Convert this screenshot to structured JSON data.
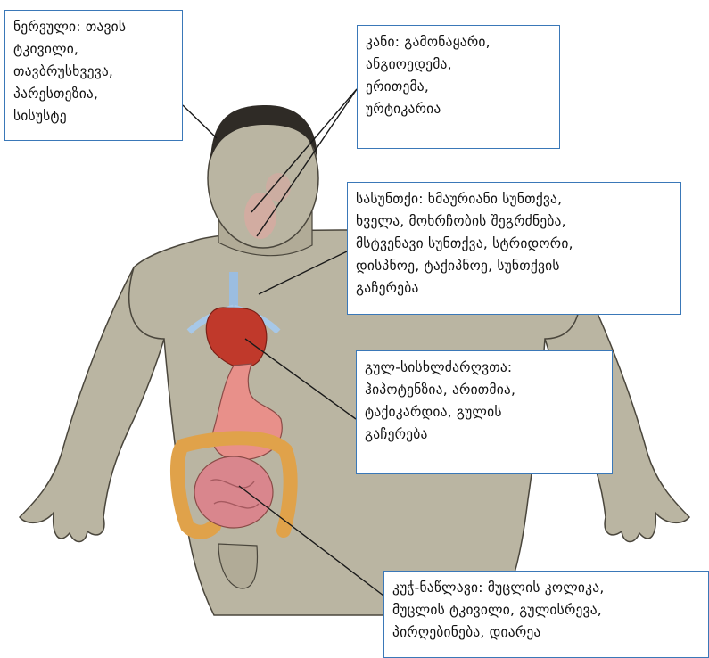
{
  "callouts": {
    "neuro": {
      "lines": [
        "ნერვული: თავის",
        "ტკივილი,",
        "თავბრუსხვევა,",
        "პარესთეზია,",
        "სისუსტე"
      ]
    },
    "skin": {
      "lines": [
        "კანი: გამონაყარი,",
        "ანგიოედემა,",
        "ერითემა,",
        "ურტიკარია"
      ]
    },
    "resp": {
      "lines": [
        "სასუნთქი: ხმაურიანი სუნთქვა,",
        "ხველა, მოხრჩობის შეგრძნება,",
        "მსტვენავი სუნთქვა, სტრიდორი,",
        "დისპნოე, ტაქიპნოე, სუნთქვის",
        "გაჩერება"
      ]
    },
    "cardio": {
      "lines": [
        "გულ-სისხლძარღვთა:",
        "ჰიპოტენზია, არითმია,",
        "ტაქიკარდია, გულის",
        "გაჩერება"
      ]
    },
    "gi": {
      "lines": [
        "კუჭ-ნაწლავი: მუცლის კოლიკა,",
        "მუცლის ტკივილი, გულისრევა,",
        "პირღებინება, დიარეა"
      ]
    }
  },
  "colors": {
    "box_border": "#3a78b8",
    "skin_tone": "#bab5a2",
    "heart": "#c0392b",
    "lungs": "#a7c8e8",
    "stomach": "#e8908a",
    "colon": "#e0a24a",
    "small_intestine": "#d9868d"
  }
}
